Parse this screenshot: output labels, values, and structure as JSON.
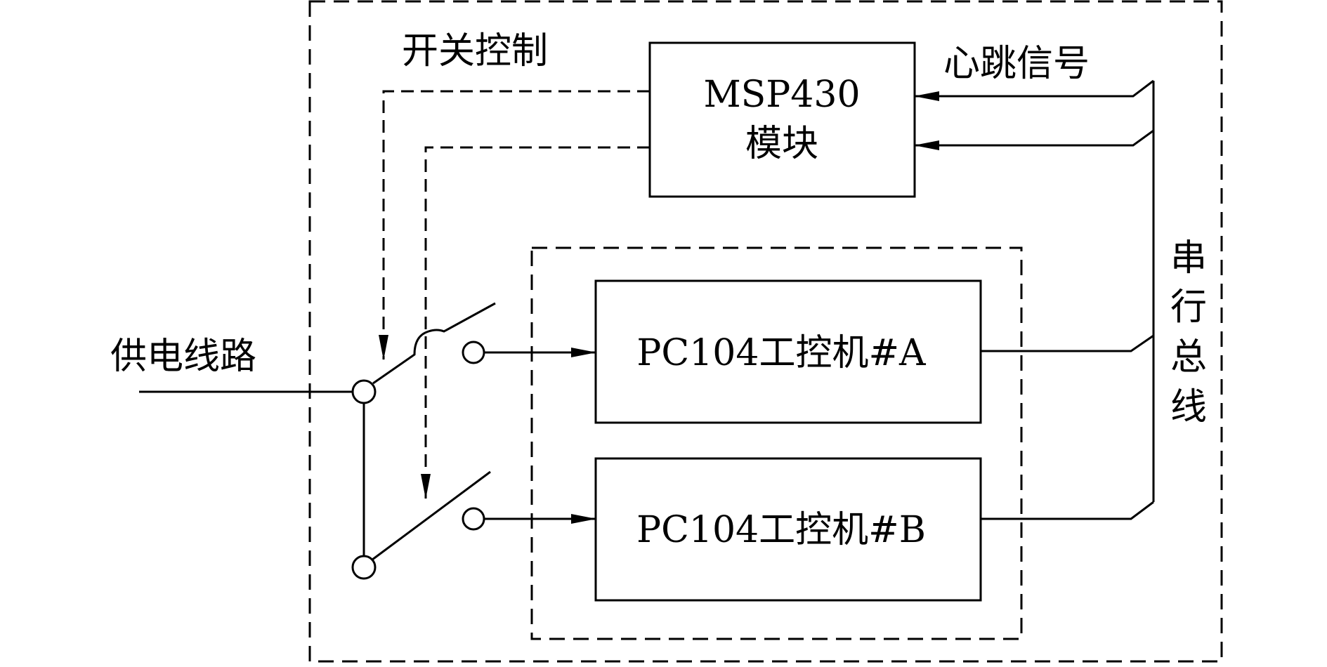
{
  "labels": {
    "switch_control": "开关控制",
    "heartbeat_signal": "心跳信号",
    "power_line": "供电线路",
    "serial_bus": [
      "串",
      "行",
      "总",
      "线"
    ]
  },
  "blocks": {
    "msp430": {
      "line1": "MSP430",
      "line2": "模块"
    },
    "pc104_a": "PC104工控机#A",
    "pc104_b": "PC104工控机#B"
  },
  "colors": {
    "stroke": "#000000",
    "background": "#ffffff"
  }
}
